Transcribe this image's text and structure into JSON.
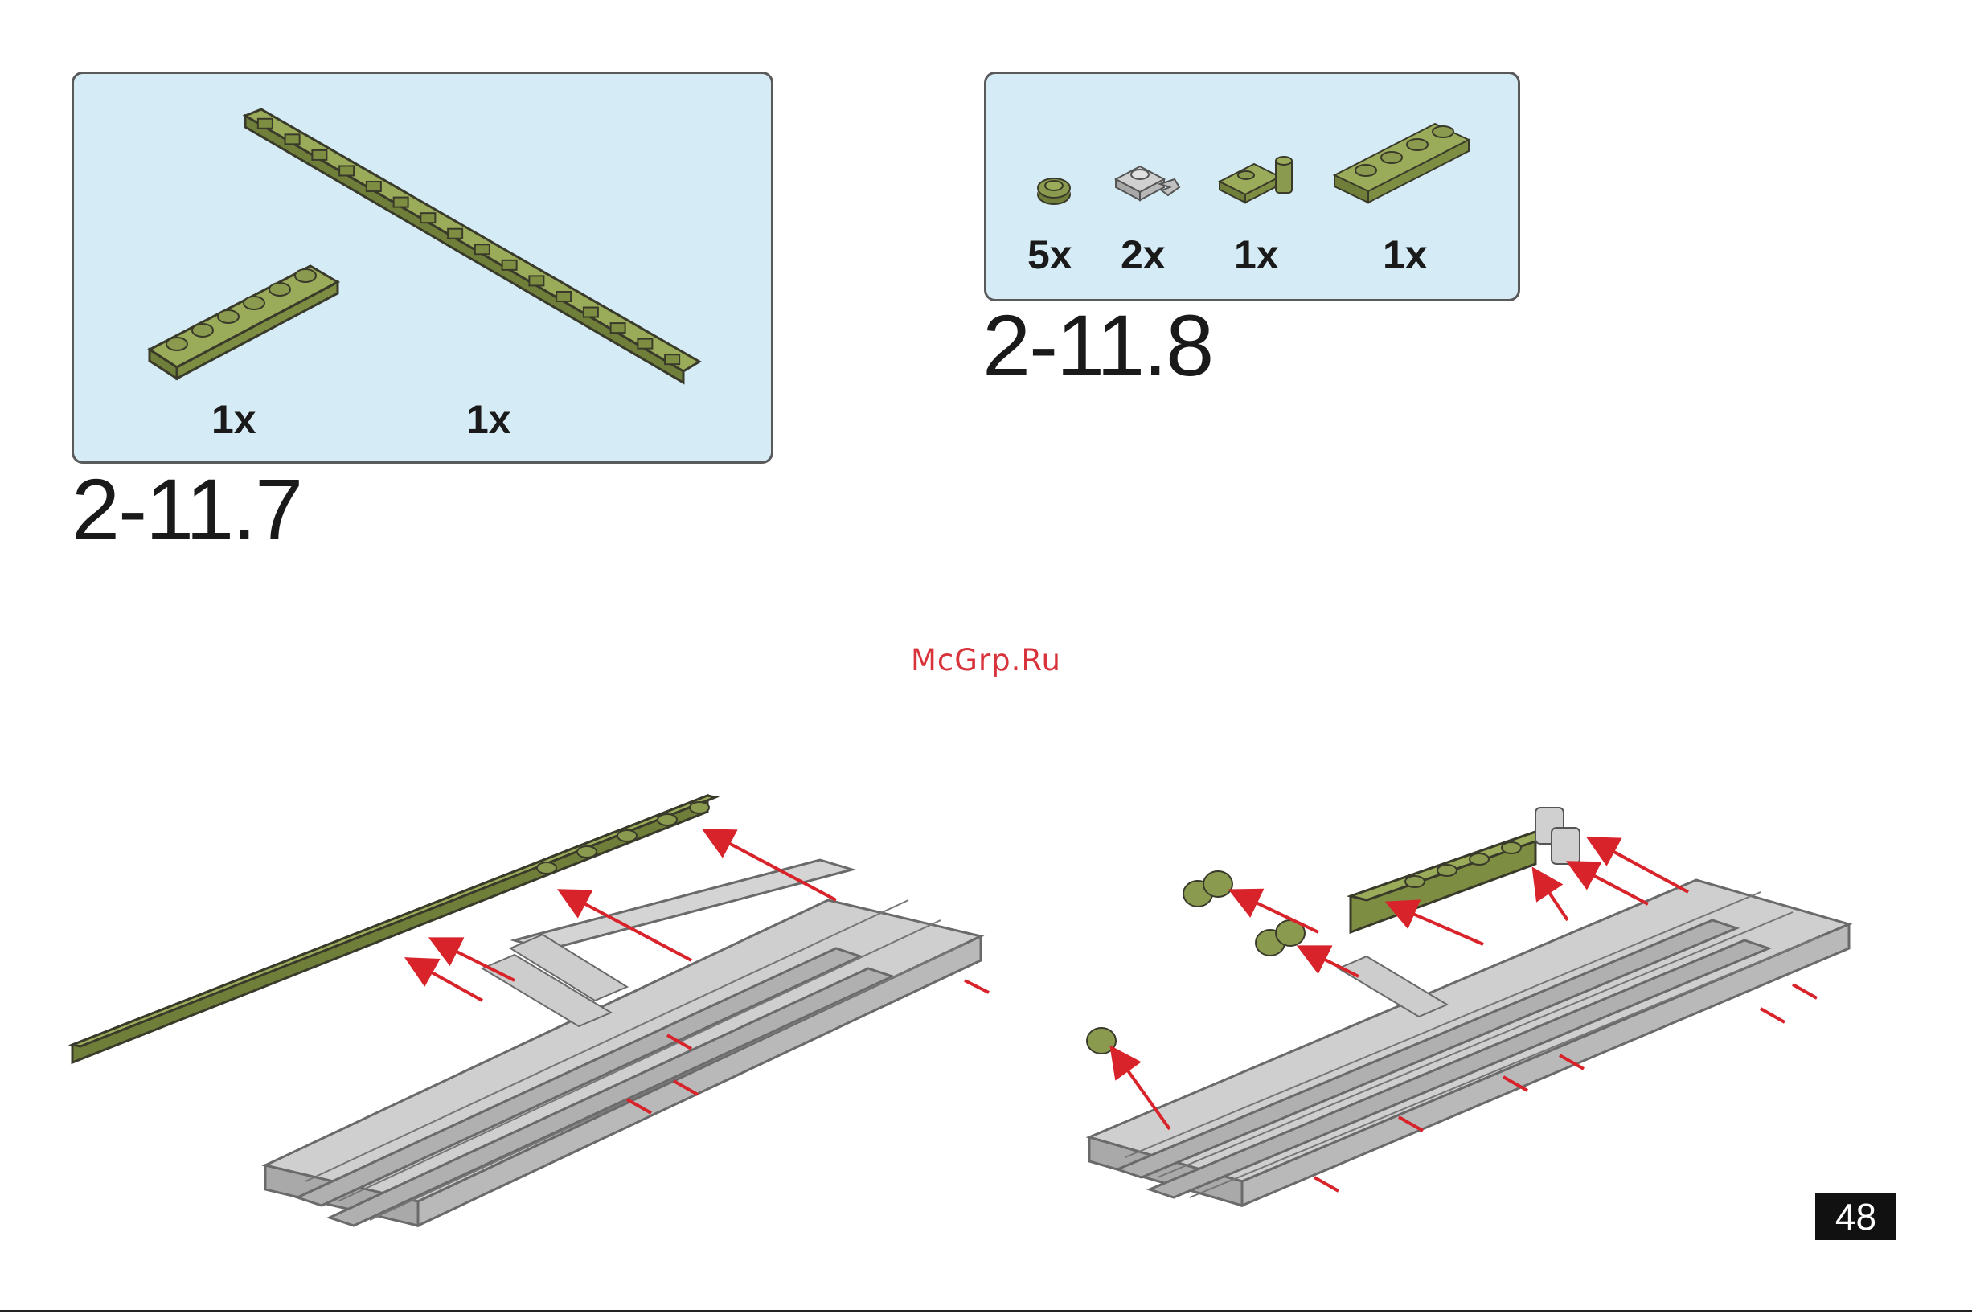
{
  "panel_a": {
    "step": "2-11.7",
    "parts": [
      {
        "icon": "green-plate-1x6",
        "color": "#8a9a4e",
        "qty": "1x"
      },
      {
        "icon": "green-plate-1x16",
        "color": "#8a9a4e",
        "qty": "1x"
      }
    ]
  },
  "panel_b": {
    "step": "2-11.8",
    "parts": [
      {
        "icon": "green-round-plate-1x1",
        "color": "#8a9a4e",
        "qty": "5x"
      },
      {
        "icon": "grey-clip-plate-1x1",
        "color": "#c8c8c8",
        "qty": "2x"
      },
      {
        "icon": "green-hinge-plate",
        "color": "#8a9a4e",
        "qty": "1x"
      },
      {
        "icon": "green-plate-1x4",
        "color": "#8a9a4e",
        "qty": "1x"
      }
    ]
  },
  "watermark": "McGrp.Ru",
  "page_number": "48",
  "colors": {
    "parts_box_bg": "#d5ecf7",
    "brick_green": "#8a9a4e",
    "brick_grey": "#c8c8c8",
    "arrow_red": "#d8232a"
  }
}
